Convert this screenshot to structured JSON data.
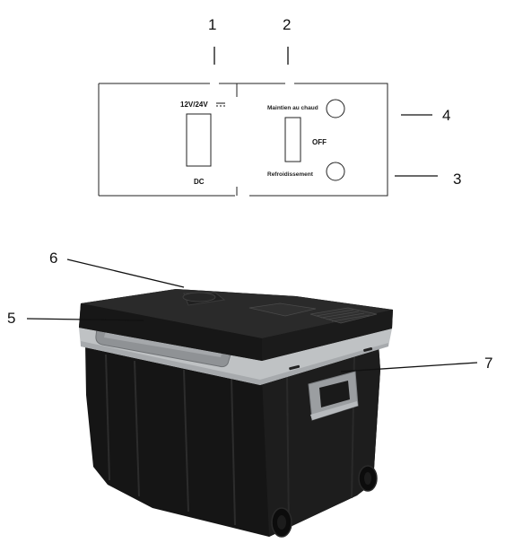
{
  "panel": {
    "voltage_label": "12V/24V",
    "dc_label": "DC",
    "warm_label": "Maintien au chaud",
    "off_label": "OFF",
    "cool_label": "Refroidissement"
  },
  "callouts": {
    "c1": "1",
    "c2": "2",
    "c3": "3",
    "c4": "4",
    "c5": "5",
    "c6": "6",
    "c7": "7"
  },
  "colors": {
    "ink": "#111111",
    "body": "#151515",
    "lid": "#1e1e1e",
    "band": "#bfc2c4",
    "handle": "#9a9da0"
  }
}
